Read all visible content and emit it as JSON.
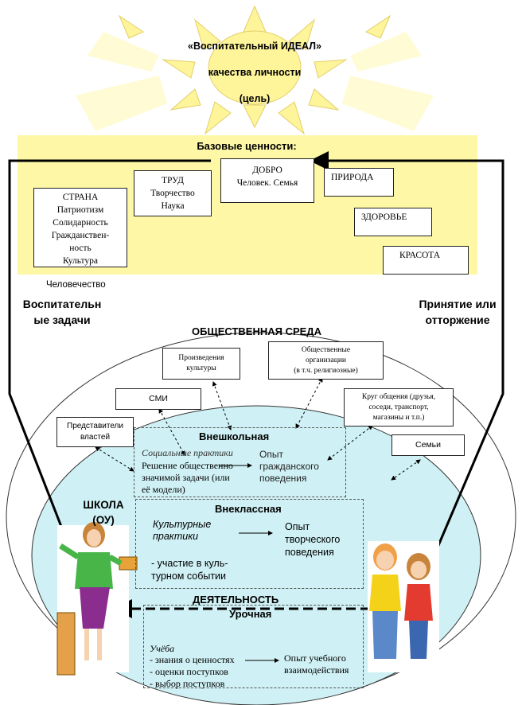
{
  "sun": {
    "line1": "«Воспитательный ИДЕАЛ»",
    "line2": "качества личности",
    "line3": "(цель)"
  },
  "values_panel": {
    "title": "Базовые  ценности:",
    "strana": [
      "СТРАНА",
      "Патриотизм",
      "Солидарность",
      "Гражданствен-",
      "ность",
      "Культура"
    ],
    "chelovechestvo": "Человечество",
    "trud": [
      "ТРУД",
      "Творчество",
      "Наука"
    ],
    "dobro": [
      "ДОБРО",
      "Человек. Семья"
    ],
    "priroda": "ПРИРОДА",
    "zdorovie": "ЗДОРОВЬЕ",
    "krasota": "КРАСОТА"
  },
  "side_labels": {
    "left": [
      "Воспитательн",
      "ые задачи"
    ],
    "right": [
      "Принятие или",
      "отторжение"
    ]
  },
  "environment": {
    "title": "ОБЩЕСТВЕННАЯ СРЕДА",
    "culture_works": [
      "Произведения",
      "культуры"
    ],
    "public_orgs": [
      "Общественные",
      "организации",
      "(в т.ч. религиозные)"
    ],
    "smi": "СМИ",
    "circle": [
      "Круг общения (друзья,",
      "соседи, транспорт,",
      "магазины и т.п.)"
    ],
    "authorities": [
      "Представители",
      "властей"
    ],
    "families": "Семьи"
  },
  "school": {
    "label": [
      "ШКОЛА",
      "(ОУ)"
    ],
    "activity": "ДЕЯТЕЛЬНОСТЬ",
    "vneshkolnaya": {
      "title": "Внешкольная",
      "practice": "Социальные  практики",
      "desc": [
        "Решение общественно",
        "значимой задачи (или",
        "её модели)"
      ],
      "result": [
        "Опыт",
        "гражданского",
        "поведения"
      ]
    },
    "vneklassnaya": {
      "title": "Внеклассная",
      "practice": [
        "Культурные",
        "практики"
      ],
      "desc": [
        "- участие в куль-",
        "турном событии"
      ],
      "result": [
        "Опыт",
        "творческого",
        "поведения"
      ]
    },
    "urochnaya": {
      "title": "Урочная",
      "practice": "Учёба",
      "desc": [
        "- знания о ценностях",
        "- оценки поступков",
        "- выбор поступков"
      ],
      "result": [
        "Опыт  учебного",
        "взаимодействия"
      ]
    }
  },
  "colors": {
    "sun": "#fef49a",
    "panel": "#fdf7a6",
    "ellipse": "#cff0f4"
  }
}
